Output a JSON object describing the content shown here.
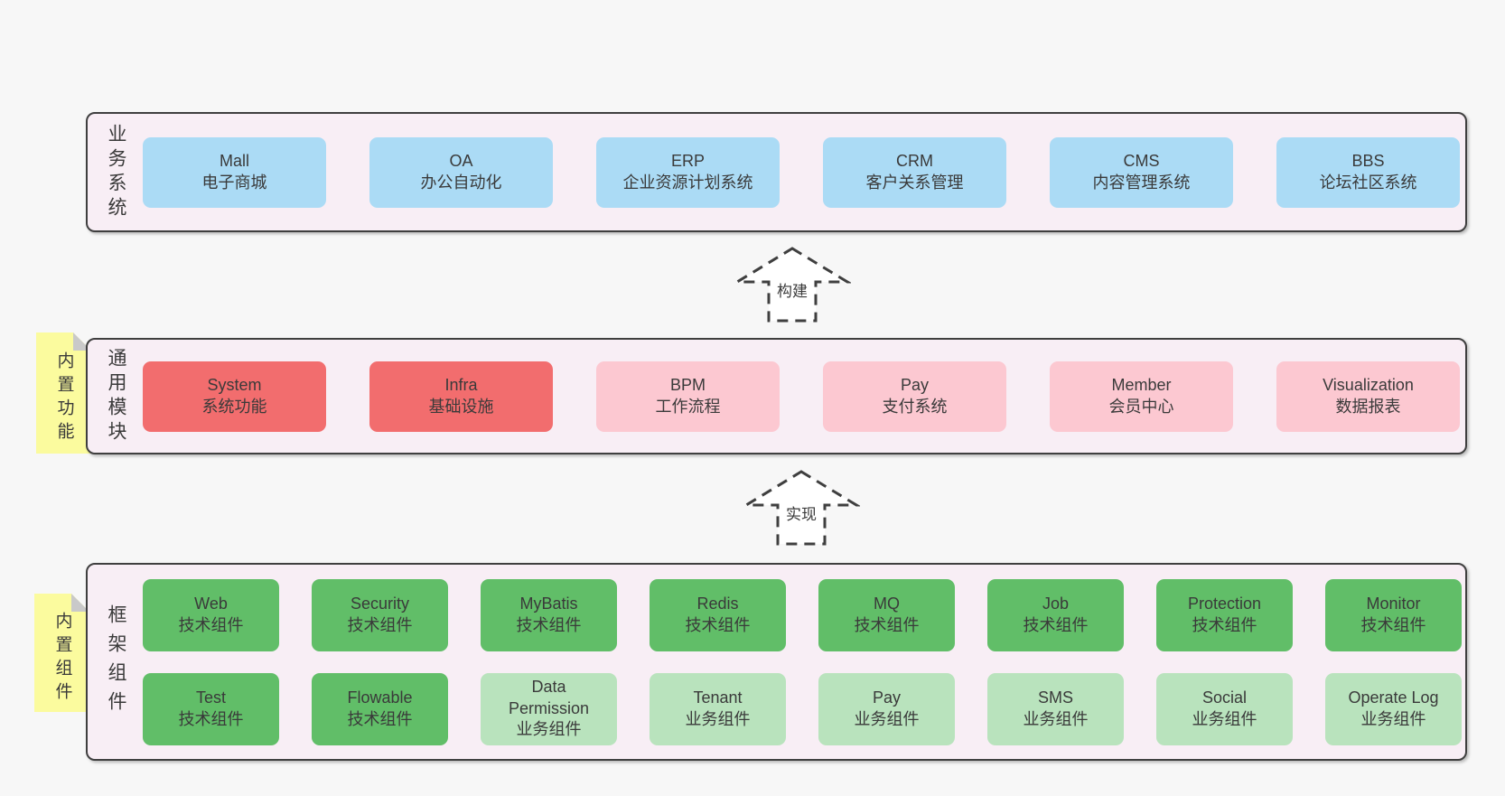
{
  "colors": {
    "page-bg": "#f7f7f7",
    "tier-bg": "#f8eef5",
    "tier-border": "#3f3f3f",
    "box-blue": "#abdbf5",
    "box-red": "#f26d6e",
    "box-pink": "#fcc8d1",
    "box-green": "#61be68",
    "box-lightgreen": "#b9e3bd",
    "note-yellow": "#fbfb9e",
    "note-fold": "#c9c9c9",
    "text": "#3a3a3a",
    "arrow-fill": "#ffffff"
  },
  "tiers": {
    "business": {
      "label": "业务系统",
      "boxes": [
        {
          "title": "Mall",
          "subtitle": "电子商城",
          "type": "blue"
        },
        {
          "title": "OA",
          "subtitle": "办公自动化",
          "type": "blue"
        },
        {
          "title": "ERP",
          "subtitle": "企业资源计划系统",
          "type": "blue"
        },
        {
          "title": "CRM",
          "subtitle": "客户关系管理",
          "type": "blue"
        },
        {
          "title": "CMS",
          "subtitle": "内容管理系统",
          "type": "blue"
        },
        {
          "title": "BBS",
          "subtitle": "论坛社区系统",
          "type": "blue"
        }
      ]
    },
    "modules": {
      "label": "通用模块",
      "note": "内置功能",
      "boxes": [
        {
          "title": "System",
          "subtitle": "系统功能",
          "type": "red"
        },
        {
          "title": "Infra",
          "subtitle": "基础设施",
          "type": "red"
        },
        {
          "title": "BPM",
          "subtitle": "工作流程",
          "type": "pink"
        },
        {
          "title": "Pay",
          "subtitle": "支付系统",
          "type": "pink"
        },
        {
          "title": "Member",
          "subtitle": "会员中心",
          "type": "pink"
        },
        {
          "title": "Visualization",
          "subtitle": "数据报表",
          "type": "pink"
        }
      ]
    },
    "components": {
      "label": "框架组件",
      "note": "内置组件",
      "row1": [
        {
          "title": "Web",
          "subtitle": "技术组件",
          "type": "green"
        },
        {
          "title": "Security",
          "subtitle": "技术组件",
          "type": "green"
        },
        {
          "title": "MyBatis",
          "subtitle": "技术组件",
          "type": "green"
        },
        {
          "title": "Redis",
          "subtitle": "技术组件",
          "type": "green"
        },
        {
          "title": "MQ",
          "subtitle": "技术组件",
          "type": "green"
        },
        {
          "title": "Job",
          "subtitle": "技术组件",
          "type": "green"
        },
        {
          "title": "Protection",
          "subtitle": "技术组件",
          "type": "green"
        },
        {
          "title": "Monitor",
          "subtitle": "技术组件",
          "type": "green"
        }
      ],
      "row2": [
        {
          "title": "Test",
          "subtitle": "技术组件",
          "type": "green"
        },
        {
          "title": "Flowable",
          "subtitle": "技术组件",
          "type": "green"
        },
        {
          "title": "Data Permission",
          "subtitle": "业务组件",
          "type": "lightgreen"
        },
        {
          "title": "Tenant",
          "subtitle": "业务组件",
          "type": "lightgreen"
        },
        {
          "title": "Pay",
          "subtitle": "业务组件",
          "type": "lightgreen"
        },
        {
          "title": "SMS",
          "subtitle": "业务组件",
          "type": "lightgreen"
        },
        {
          "title": "Social",
          "subtitle": "业务组件",
          "type": "lightgreen"
        },
        {
          "title": "Operate Log",
          "subtitle": "业务组件",
          "type": "lightgreen"
        }
      ]
    }
  },
  "arrows": [
    {
      "label": "构建"
    },
    {
      "label": "实现"
    }
  ]
}
